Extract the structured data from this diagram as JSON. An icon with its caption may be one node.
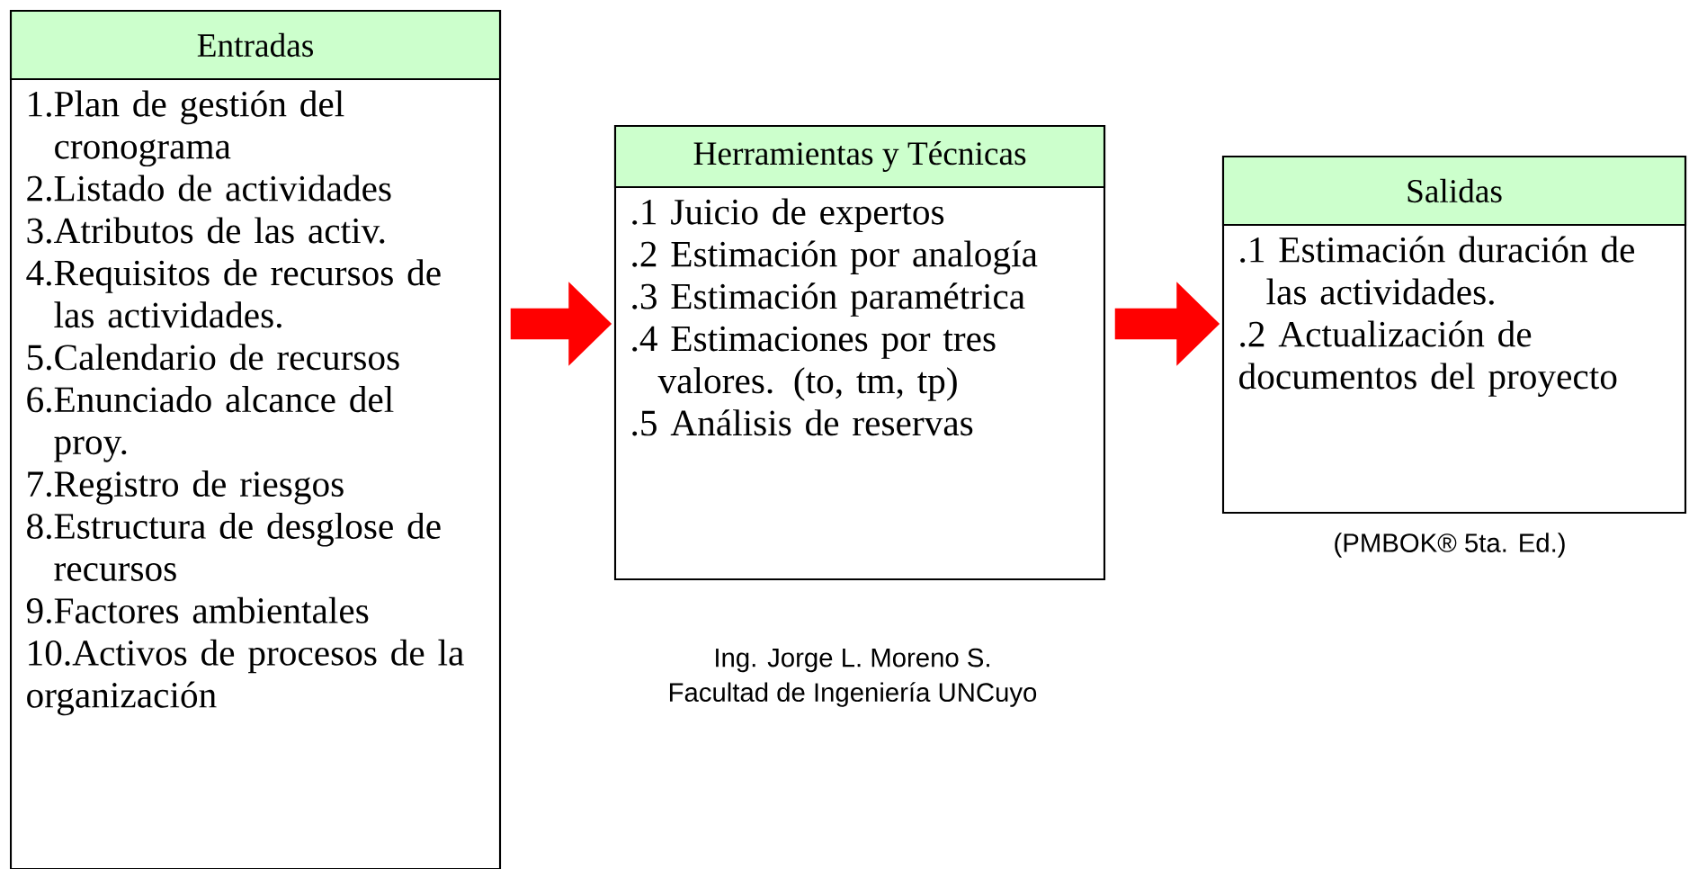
{
  "diagram": {
    "nodes": [
      {
        "text": [
          "Entradas",
          "1.Plan de gestión del cronograma",
          "2.Listado de actividades",
          "3.Atributos de las activ.",
          "4.Requisitos de recursos de las actividades.",
          "5.Calendario de recursos",
          "6.Enunciado alcance del proy.",
          "7.Registro de riesgos",
          "8.Estructura de desglose de recursos",
          "9.Factores ambientales",
          "10.Activos de procesos de la organización"
        ]
      },
      {
        "text": [
          "Herramientas y Técnicas",
          ".1 Juicio de expertos",
          ".2 Estimación por analogía",
          ".3 Estimación paramétrica",
          ".4 Estimaciones por tres valores. (to, tm, tp)",
          ".5 Análisis de reservas"
        ]
      },
      {
        "text": [
          "Salidas",
          ".1 Estimación duración de las actividades.",
          ".2 Actualización de documentos del proyecto"
        ]
      }
    ],
    "edges": [
      {
        "from": 0,
        "to": 1,
        "arrow": "to",
        "color": "#ff0000"
      },
      {
        "from": 1,
        "to": 2,
        "arrow": "to",
        "color": "#ff0000"
      }
    ],
    "labels": [
      "(PMBOK® 5ta. Ed.)",
      "Ing. Jorge L. Moreno S.",
      "Facultad de Ingeniería UNCuyo"
    ]
  }
}
